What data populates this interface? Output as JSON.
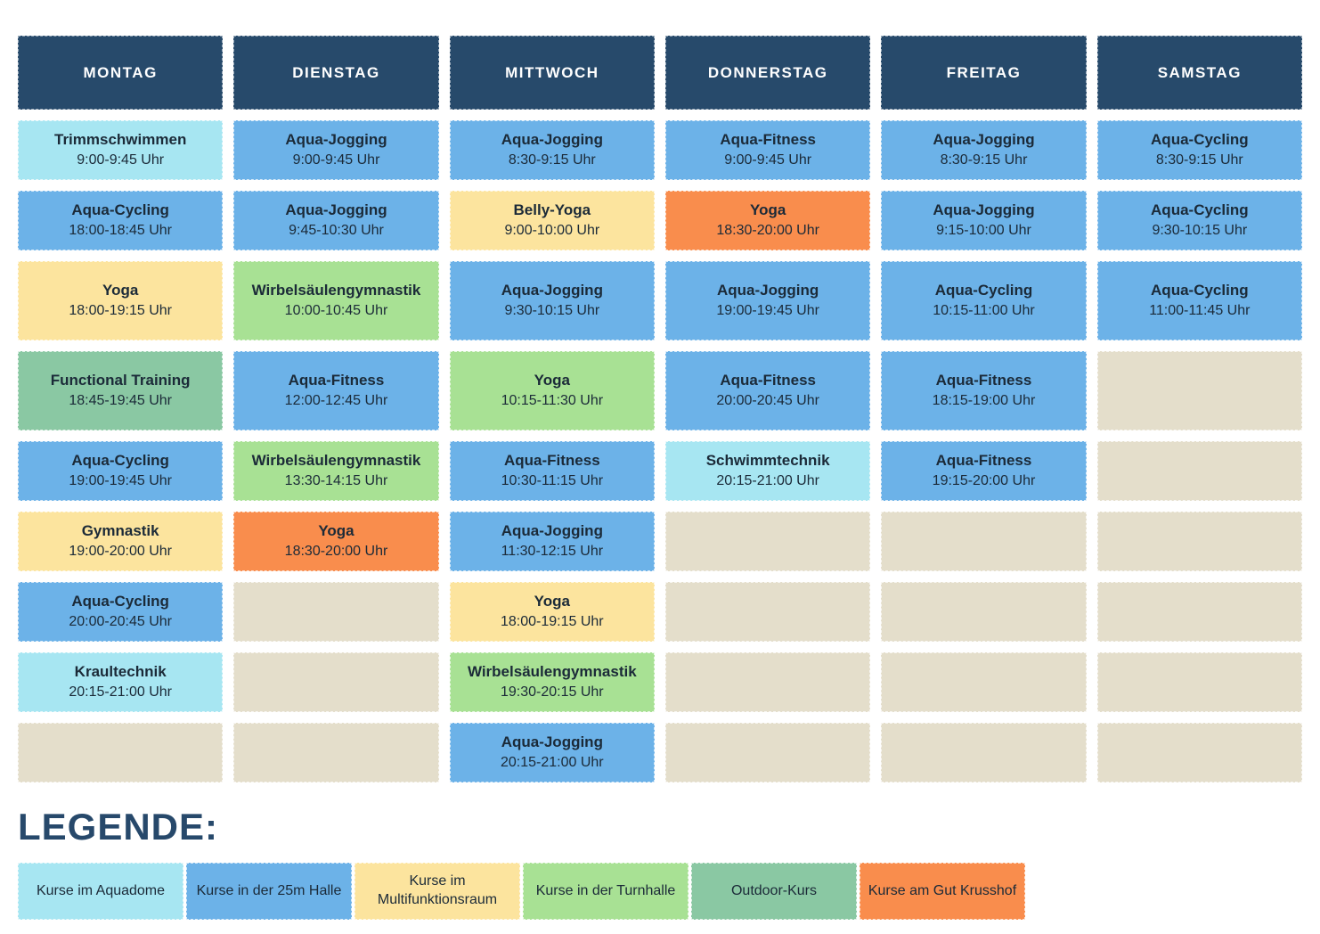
{
  "legend_title": "LEGENDE:",
  "colors": {
    "header_bg": "#274a6b",
    "header_text": "#ffffff",
    "cell_text": "#1b2a38",
    "aquadome": "#a7e6f2",
    "halle25m": "#6cb2e8",
    "multifunktionsraum": "#fce49e",
    "turnhalle": "#a8e194",
    "outdoor": "#8ac8a3",
    "krusshof": "#f98d4d",
    "empty": "#e4decb"
  },
  "legend": [
    {
      "label": "Kurse im Aquadome",
      "type": "aquadome"
    },
    {
      "label": "Kurse in der 25m Halle",
      "type": "halle25m"
    },
    {
      "label": "Kurse im Multifunktionsraum",
      "type": "multifunktionsraum"
    },
    {
      "label": "Kurse in der Turnhalle",
      "type": "turnhalle"
    },
    {
      "label": "Outdoor-Kurs",
      "type": "outdoor"
    },
    {
      "label": "Kurse am Gut Krusshof",
      "type": "krusshof"
    }
  ],
  "days": [
    {
      "name": "MONTAG",
      "slots": [
        {
          "title": "Trimmschwimmen",
          "time": "9:00-9:45 Uhr",
          "type": "aquadome"
        },
        {
          "title": "Aqua-Cycling",
          "time": "18:00-18:45 Uhr",
          "type": "halle25m"
        },
        {
          "title": "Yoga",
          "time": "18:00-19:15 Uhr",
          "type": "multifunktionsraum"
        },
        {
          "title": "Functional Training",
          "time": "18:45-19:45 Uhr",
          "type": "outdoor"
        },
        {
          "title": "Aqua-Cycling",
          "time": "19:00-19:45 Uhr",
          "type": "halle25m"
        },
        {
          "title": "Gymnastik",
          "time": "19:00-20:00 Uhr",
          "type": "multifunktionsraum"
        },
        {
          "title": "Aqua-Cycling",
          "time": "20:00-20:45 Uhr",
          "type": "halle25m"
        },
        {
          "title": "Kraultechnik",
          "time": "20:15-21:00 Uhr",
          "type": "aquadome"
        },
        {
          "title": "",
          "time": "",
          "type": "empty"
        }
      ]
    },
    {
      "name": "DIENSTAG",
      "slots": [
        {
          "title": "Aqua-Jogging",
          "time": "9:00-9:45 Uhr",
          "type": "halle25m"
        },
        {
          "title": "Aqua-Jogging",
          "time": "9:45-10:30 Uhr",
          "type": "halle25m"
        },
        {
          "title": "Wirbelsäulengymnastik",
          "time": "10:00-10:45 Uhr",
          "type": "turnhalle"
        },
        {
          "title": "Aqua-Fitness",
          "time": "12:00-12:45 Uhr",
          "type": "halle25m"
        },
        {
          "title": "Wirbelsäulengymnastik",
          "time": "13:30-14:15 Uhr",
          "type": "turnhalle"
        },
        {
          "title": "Yoga",
          "time": "18:30-20:00 Uhr",
          "type": "krusshof"
        },
        {
          "title": "",
          "time": "",
          "type": "empty"
        },
        {
          "title": "",
          "time": "",
          "type": "empty"
        },
        {
          "title": "",
          "time": "",
          "type": "empty"
        }
      ]
    },
    {
      "name": "MITTWOCH",
      "slots": [
        {
          "title": "Aqua-Jogging",
          "time": "8:30-9:15 Uhr",
          "type": "halle25m"
        },
        {
          "title": "Belly-Yoga",
          "time": "9:00-10:00 Uhr",
          "type": "multifunktionsraum"
        },
        {
          "title": "Aqua-Jogging",
          "time": "9:30-10:15 Uhr",
          "type": "halle25m"
        },
        {
          "title": "Yoga",
          "time": "10:15-11:30 Uhr",
          "type": "turnhalle"
        },
        {
          "title": "Aqua-Fitness",
          "time": "10:30-11:15 Uhr",
          "type": "halle25m"
        },
        {
          "title": "Aqua-Jogging",
          "time": "11:30-12:15 Uhr",
          "type": "halle25m"
        },
        {
          "title": "Yoga",
          "time": "18:00-19:15 Uhr",
          "type": "multifunktionsraum"
        },
        {
          "title": "Wirbelsäulengymnastik",
          "time": "19:30-20:15 Uhr",
          "type": "turnhalle"
        },
        {
          "title": "Aqua-Jogging",
          "time": "20:15-21:00 Uhr",
          "type": "halle25m"
        }
      ]
    },
    {
      "name": "DONNERSTAG",
      "slots": [
        {
          "title": "Aqua-Fitness",
          "time": "9:00-9:45 Uhr",
          "type": "halle25m"
        },
        {
          "title": "Yoga",
          "time": "18:30-20:00 Uhr",
          "type": "krusshof"
        },
        {
          "title": "Aqua-Jogging",
          "time": "19:00-19:45 Uhr",
          "type": "halle25m"
        },
        {
          "title": "Aqua-Fitness",
          "time": "20:00-20:45 Uhr",
          "type": "halle25m"
        },
        {
          "title": "Schwimmtechnik",
          "time": "20:15-21:00 Uhr",
          "type": "aquadome"
        },
        {
          "title": "",
          "time": "",
          "type": "empty"
        },
        {
          "title": "",
          "time": "",
          "type": "empty"
        },
        {
          "title": "",
          "time": "",
          "type": "empty"
        },
        {
          "title": "",
          "time": "",
          "type": "empty"
        }
      ]
    },
    {
      "name": "FREITAG",
      "slots": [
        {
          "title": "Aqua-Jogging",
          "time": "8:30-9:15 Uhr",
          "type": "halle25m"
        },
        {
          "title": "Aqua-Jogging",
          "time": "9:15-10:00 Uhr",
          "type": "halle25m"
        },
        {
          "title": "Aqua-Cycling",
          "time": "10:15-11:00 Uhr",
          "type": "halle25m"
        },
        {
          "title": "Aqua-Fitness",
          "time": "18:15-19:00 Uhr",
          "type": "halle25m"
        },
        {
          "title": "Aqua-Fitness",
          "time": "19:15-20:00 Uhr",
          "type": "halle25m"
        },
        {
          "title": "",
          "time": "",
          "type": "empty"
        },
        {
          "title": "",
          "time": "",
          "type": "empty"
        },
        {
          "title": "",
          "time": "",
          "type": "empty"
        },
        {
          "title": "",
          "time": "",
          "type": "empty"
        }
      ]
    },
    {
      "name": "SAMSTAG",
      "slots": [
        {
          "title": "Aqua-Cycling",
          "time": "8:30-9:15 Uhr",
          "type": "halle25m"
        },
        {
          "title": "Aqua-Cycling",
          "time": "9:30-10:15 Uhr",
          "type": "halle25m"
        },
        {
          "title": "Aqua-Cycling",
          "time": "11:00-11:45 Uhr",
          "type": "halle25m"
        },
        {
          "title": "",
          "time": "",
          "type": "empty"
        },
        {
          "title": "",
          "time": "",
          "type": "empty"
        },
        {
          "title": "",
          "time": "",
          "type": "empty"
        },
        {
          "title": "",
          "time": "",
          "type": "empty"
        },
        {
          "title": "",
          "time": "",
          "type": "empty"
        },
        {
          "title": "",
          "time": "",
          "type": "empty"
        }
      ]
    }
  ]
}
